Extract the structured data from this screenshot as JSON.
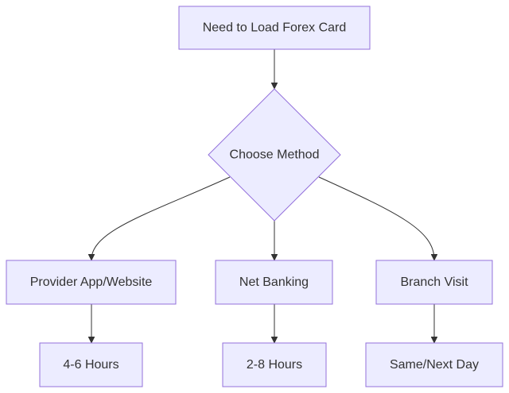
{
  "diagram": {
    "nodes": {
      "start": {
        "label": "Need to Load Forex Card",
        "shape": "rect"
      },
      "choose": {
        "label": "Choose Method",
        "shape": "diamond"
      },
      "app": {
        "label": "Provider App/Website",
        "shape": "rect"
      },
      "netbanking": {
        "label": "Net Banking",
        "shape": "rect"
      },
      "branch": {
        "label": "Branch Visit",
        "shape": "rect"
      },
      "app_time": {
        "label": "4-6 Hours",
        "shape": "rect"
      },
      "netbanking_time": {
        "label": "2-8 Hours",
        "shape": "rect"
      },
      "branch_time": {
        "label": "Same/Next Day",
        "shape": "rect"
      }
    },
    "edges": [
      {
        "from": "start",
        "to": "choose"
      },
      {
        "from": "choose",
        "to": "app"
      },
      {
        "from": "choose",
        "to": "netbanking"
      },
      {
        "from": "choose",
        "to": "branch"
      },
      {
        "from": "app",
        "to": "app_time"
      },
      {
        "from": "netbanking",
        "to": "netbanking_time"
      },
      {
        "from": "branch",
        "to": "branch_time"
      }
    ],
    "colors": {
      "node_fill": "#ececff",
      "node_stroke": "#9370db",
      "edge": "#333333",
      "text": "#333333"
    }
  }
}
